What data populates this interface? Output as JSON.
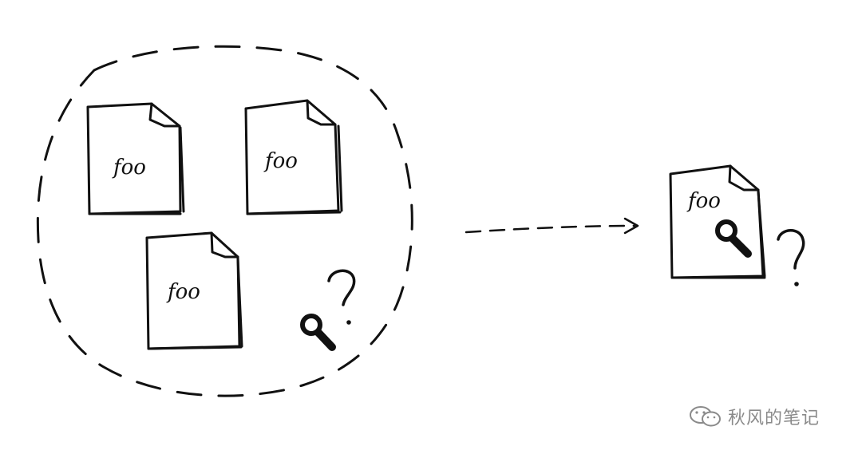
{
  "documents": [
    {
      "label": "foo"
    },
    {
      "label": "foo"
    },
    {
      "label": "foo"
    },
    {
      "label": "foo"
    }
  ],
  "question_mark": "?",
  "watermark": {
    "text": "秋风的笔记",
    "icon": "wechat-icon"
  },
  "colors": {
    "ink": "#111111",
    "watermark": "#8a8a8a"
  }
}
